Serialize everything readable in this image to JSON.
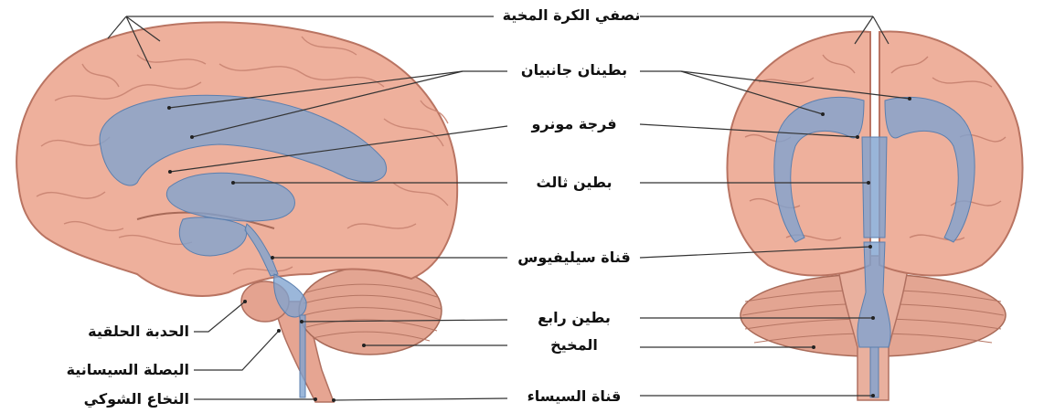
{
  "labels": {
    "hemispheres": "نصفي الكرة المخية",
    "lateral_ventricles": "بطينان جانبيان",
    "foramen_monro": "فرجة مونرو",
    "third_ventricle": "بطين ثالث",
    "aqueduct": "قناة سيليفيوس",
    "fourth_ventricle": "بطين رابع",
    "cerebellum": "المخيخ",
    "central_canal": "قناة السيساء",
    "pons": "الحدبة الحلقية",
    "medulla": "البصلة السيسانية",
    "spinal_cord": "النخاع الشوكي"
  },
  "colors": {
    "brain": "#e9ab98",
    "brain_dark": "#c98472",
    "ventricle": "#7fa3cf",
    "cerebellum": "#e3a592",
    "line": "#333333"
  }
}
